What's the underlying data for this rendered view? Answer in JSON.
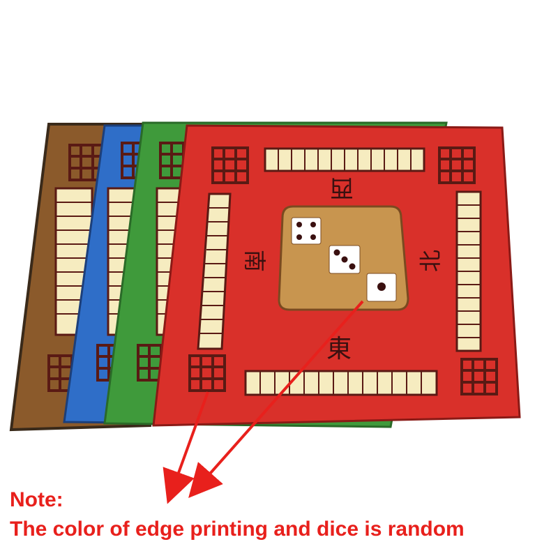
{
  "note": {
    "title": "Note:",
    "text": "The color of edge printing and dice is random",
    "color": "#e8201c"
  },
  "mats": {
    "colors": [
      "#8b5a2b",
      "#2f6ec8",
      "#3f9a3b",
      "#d9302a"
    ],
    "names": [
      "brown-mat",
      "blue-mat",
      "green-mat",
      "red-mat"
    ]
  },
  "red_mat": {
    "wind_chars": {
      "top": "西",
      "left": "南",
      "right": "北",
      "bottom": "東"
    },
    "dice_pips": [
      4,
      3,
      1
    ]
  },
  "colors": {
    "tile": "#f6ecc0",
    "tile_border": "#5a1a14",
    "center_pad": "#c8954f",
    "die": "#ffffff",
    "pip": "#3a1010",
    "arrow": "#e8201c"
  }
}
